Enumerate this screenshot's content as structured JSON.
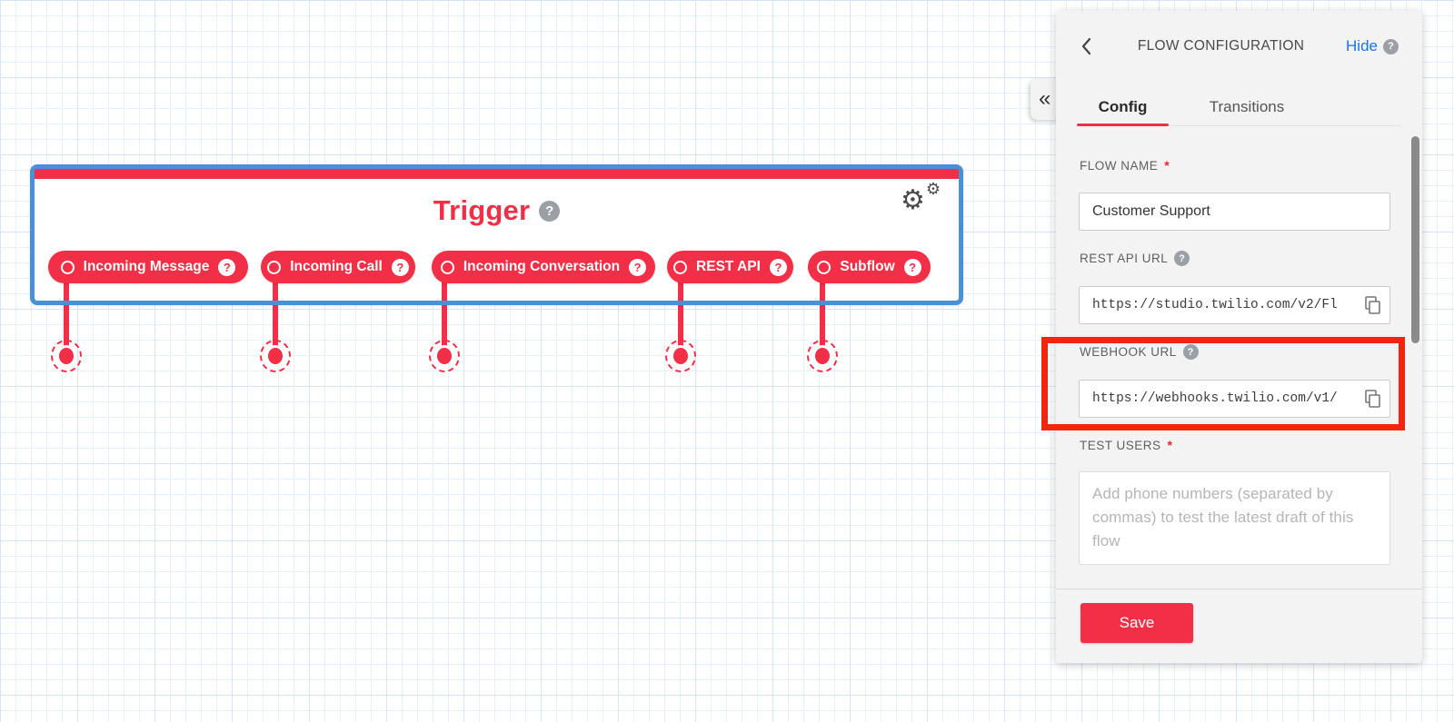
{
  "icons": {
    "question": "?",
    "collapse": "«",
    "gear": "⚙"
  },
  "colors": {
    "accent_red": "#f22f46",
    "selection_blue": "#4a90d9",
    "link_blue": "#1a73e8",
    "annotation_red": "#f4250e",
    "panel_bg": "#f3f3f3"
  },
  "canvas": {
    "trigger_widget": {
      "title": "Trigger",
      "pills": [
        {
          "label": "Incoming Message"
        },
        {
          "label": "Incoming Call"
        },
        {
          "label": "Incoming Conversation"
        },
        {
          "label": "REST API"
        },
        {
          "label": "Subflow"
        }
      ]
    }
  },
  "panel": {
    "title": "FLOW CONFIGURATION",
    "hide_label": "Hide",
    "tabs": {
      "config": "Config",
      "transitions": "Transitions"
    },
    "fields": {
      "flow_name": {
        "label": "FLOW NAME",
        "required_marker": "*",
        "value": "Customer Support"
      },
      "rest_api_url": {
        "label": "REST API URL",
        "value": "https://studio.twilio.com/v2/Fl"
      },
      "webhook_url": {
        "label": "WEBHOOK URL",
        "value": "https://webhooks.twilio.com/v1/"
      },
      "test_users": {
        "label": "TEST USERS",
        "required_marker": "*",
        "placeholder": "Add phone numbers (separated by commas) to test the latest draft of this flow"
      }
    },
    "save_label": "Save"
  }
}
